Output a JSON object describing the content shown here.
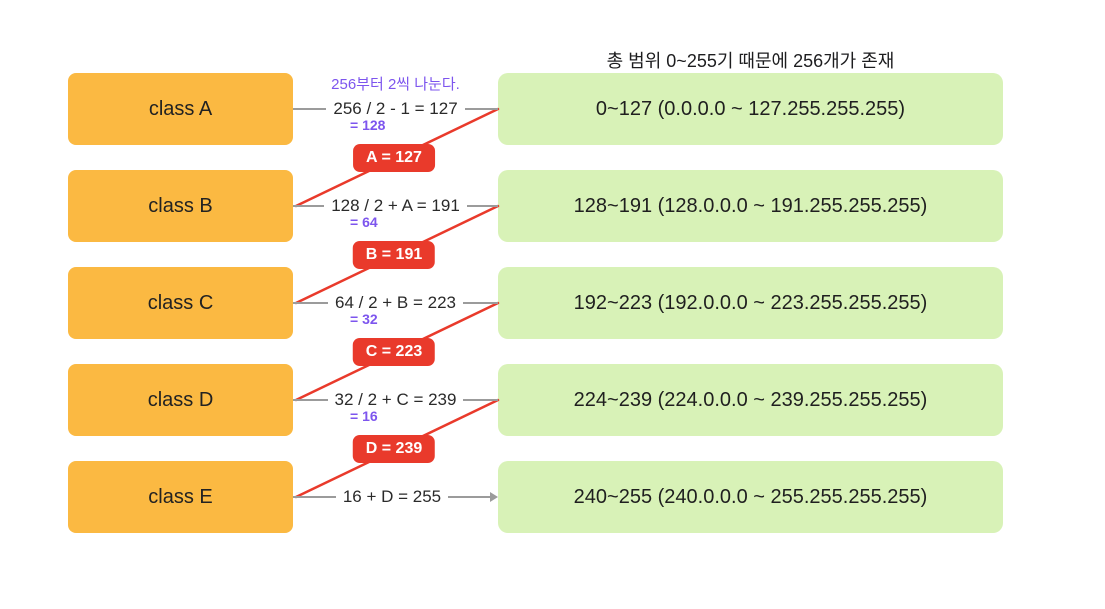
{
  "notes": {
    "total_range": "총 범위 0~255기 때문에 256개가 존재",
    "divide_rule": "256부터 2씩 나눈다."
  },
  "colors": {
    "class_box_orange": "#fbb942",
    "range_box_green": "#d8f2b7",
    "badge_red": "#e93a2b",
    "red_line": "#e93a2b",
    "accent_purple": "#7d55ee",
    "line_gray": "#9b9b9b",
    "text_dark": "#1d1d1f",
    "background": "#ffffff"
  },
  "rows": [
    {
      "class_label": "class A",
      "formula": "256 / 2 - 1 = 127",
      "formula_sub": "= 128",
      "range": "0~127 (0.0.0.0 ~ 127.255.255.255)"
    },
    {
      "class_label": "class B",
      "formula": "128 / 2 + A = 191",
      "formula_sub": "= 64",
      "range": "128~191 (128.0.0.0 ~ 191.255.255.255)"
    },
    {
      "class_label": "class C",
      "formula": "64 / 2 + B = 223",
      "formula_sub": "= 32",
      "range": "192~223 (192.0.0.0 ~ 223.255.255.255)"
    },
    {
      "class_label": "class D",
      "formula": "32 / 2 + C = 239",
      "formula_sub": "= 16",
      "range": "224~239 (224.0.0.0 ~ 239.255.255.255)"
    },
    {
      "class_label": "class E",
      "formula": "16 + D = 255",
      "formula_sub": "",
      "range": "240~255 (240.0.0.0 ~ 255.255.255.255)"
    }
  ],
  "badges": [
    {
      "label": "A = 127"
    },
    {
      "label": "B = 191"
    },
    {
      "label": "C = 223"
    },
    {
      "label": "D = 239"
    }
  ]
}
